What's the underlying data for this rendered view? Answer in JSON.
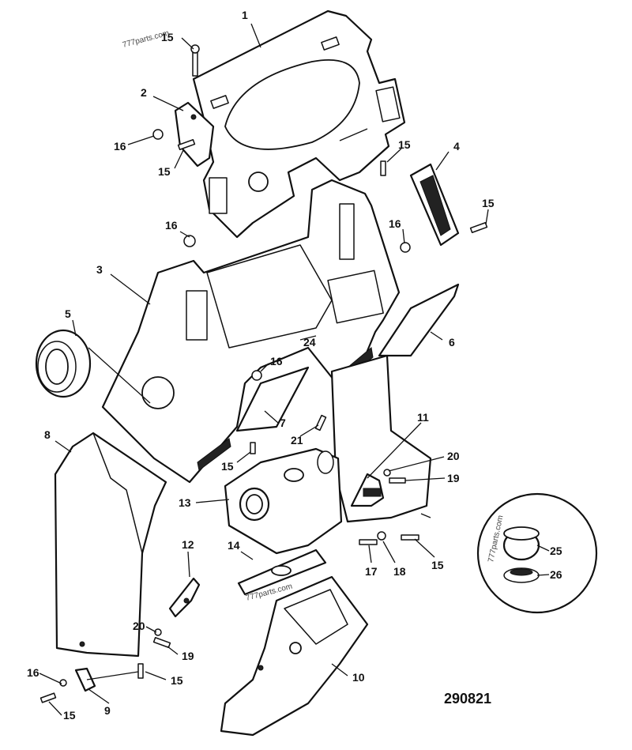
{
  "reference_number": "290821",
  "watermark": "777parts.com",
  "callouts": [
    {
      "id": "c1",
      "label": "1"
    },
    {
      "id": "c2",
      "label": "2"
    },
    {
      "id": "c3",
      "label": "3"
    },
    {
      "id": "c4",
      "label": "4"
    },
    {
      "id": "c5",
      "label": "5"
    },
    {
      "id": "c6",
      "label": "6"
    },
    {
      "id": "c7",
      "label": "7"
    },
    {
      "id": "c8",
      "label": "8"
    },
    {
      "id": "c9",
      "label": "9"
    },
    {
      "id": "c10",
      "label": "10"
    },
    {
      "id": "c11",
      "label": "11"
    },
    {
      "id": "c12",
      "label": "12"
    },
    {
      "id": "c13",
      "label": "13"
    },
    {
      "id": "c14",
      "label": "14"
    },
    {
      "id": "c15a",
      "label": "15"
    },
    {
      "id": "c15b",
      "label": "15"
    },
    {
      "id": "c15c",
      "label": "15"
    },
    {
      "id": "c15d",
      "label": "15"
    },
    {
      "id": "c15e",
      "label": "15"
    },
    {
      "id": "c15f",
      "label": "15"
    },
    {
      "id": "c15g",
      "label": "15"
    },
    {
      "id": "c15h",
      "label": "15"
    },
    {
      "id": "c16a",
      "label": "16"
    },
    {
      "id": "c16b",
      "label": "16"
    },
    {
      "id": "c16c",
      "label": "16"
    },
    {
      "id": "c16d",
      "label": "16"
    },
    {
      "id": "c16e",
      "label": "16"
    },
    {
      "id": "c17",
      "label": "17"
    },
    {
      "id": "c18",
      "label": "18"
    },
    {
      "id": "c19a",
      "label": "19"
    },
    {
      "id": "c19b",
      "label": "19"
    },
    {
      "id": "c20a",
      "label": "20"
    },
    {
      "id": "c20b",
      "label": "20"
    },
    {
      "id": "c21",
      "label": "21"
    },
    {
      "id": "c24",
      "label": "24"
    },
    {
      "id": "c25",
      "label": "25"
    },
    {
      "id": "c26",
      "label": "26"
    }
  ]
}
